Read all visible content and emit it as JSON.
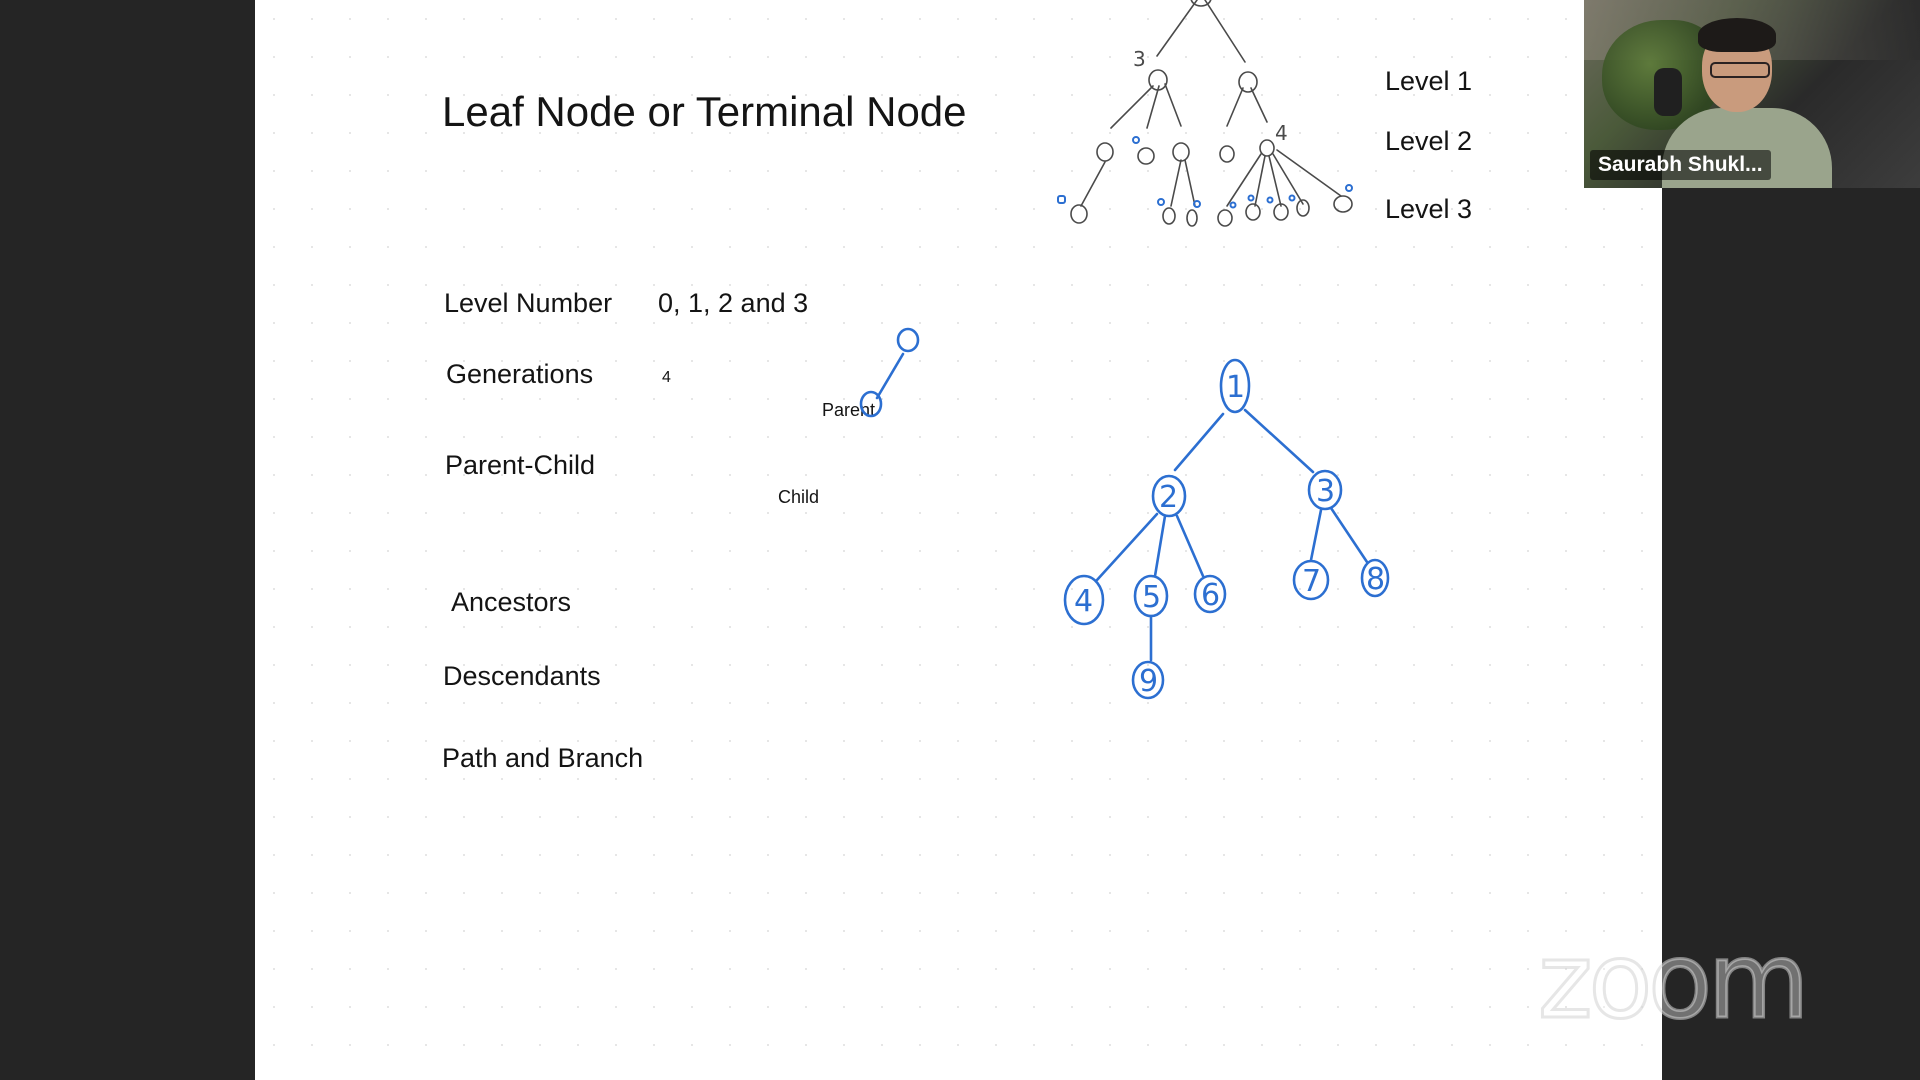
{
  "slide": {
    "title": "Leaf Node or Terminal Node",
    "terms": [
      "Level Number",
      "Generations",
      "Parent-Child",
      "Ancestors",
      "Descendants",
      "Path and Branch"
    ],
    "level_number_value": "0, 1, 2 and 3",
    "generations_value": "4",
    "parent_label": "Parent",
    "child_label": "Child",
    "level_labels": [
      "Level 1",
      "Level 2",
      "Level 3"
    ],
    "annotation_3": "3",
    "annotation_4": "4",
    "tree_nodes": [
      "1",
      "2",
      "3",
      "4",
      "5",
      "6",
      "7",
      "8",
      "9"
    ]
  },
  "participant": {
    "name": "Saurabh Shukl..."
  },
  "watermark": {
    "text": "zoom"
  },
  "colors": {
    "background": "#252525",
    "whiteboard": "#ffffff",
    "ink_blue": "#2c6fd1",
    "ink_grey": "#4a4a4a",
    "text": "#141414"
  }
}
